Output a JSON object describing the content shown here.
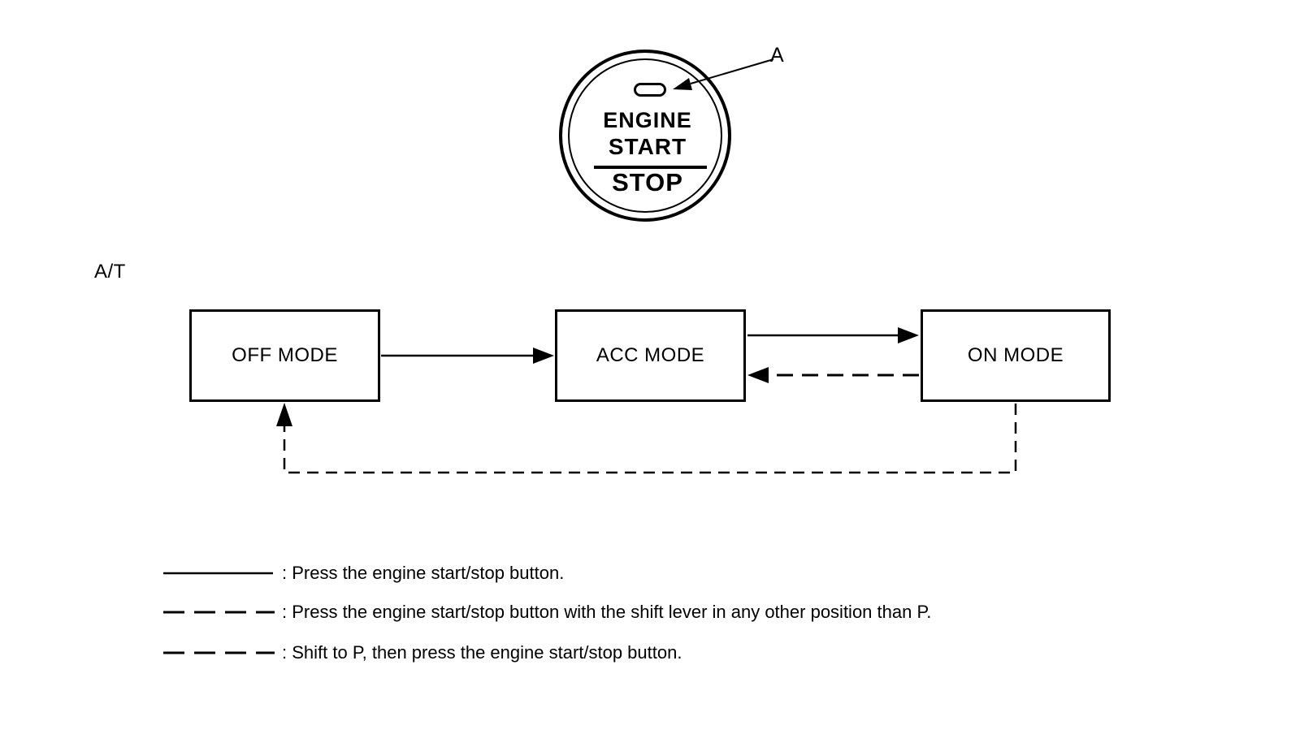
{
  "meta": {
    "background_color": "#ffffff",
    "ink_color": "#000000"
  },
  "engine_button": {
    "line1": "ENGINE",
    "line2": "START",
    "line3": "STOP",
    "callout_label": "A"
  },
  "section_label": "A/T",
  "modes": {
    "off": "OFF MODE",
    "acc": "ACC MODE",
    "on": "ON MODE"
  },
  "transitions": [
    {
      "from": "OFF MODE",
      "to": "ACC MODE",
      "style": "solid"
    },
    {
      "from": "ACC MODE",
      "to": "ON MODE",
      "style": "solid"
    },
    {
      "from": "ON MODE",
      "to": "ACC MODE",
      "style": "dashed"
    },
    {
      "from": "ON MODE",
      "to": "OFF MODE",
      "style": "dashed"
    }
  ],
  "legend": {
    "rows": [
      {
        "line_style": "solid",
        "label": ": Press the engine start/stop button."
      },
      {
        "line_style": "dashed",
        "label": ": Press the engine start/stop button with the shift lever in any other position than P."
      },
      {
        "line_style": "dashed",
        "label": ": Shift to P, then press the engine start/stop button."
      }
    ]
  }
}
